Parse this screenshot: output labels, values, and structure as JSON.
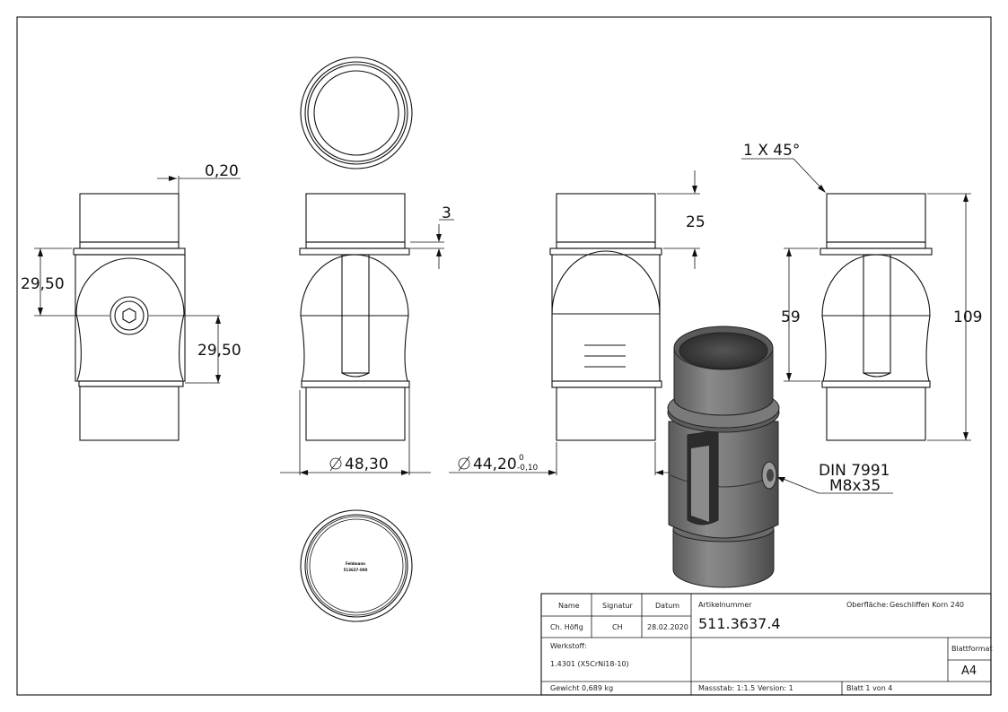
{
  "dimensions": {
    "tolerance_gap": "0,20",
    "height_top": "29,50",
    "height_bottom": "29,50",
    "flange_step": "3",
    "top_length": "25",
    "chamfer": "1 X 45°",
    "slot_length": "59",
    "overall_height": "109",
    "diameter_outer": "48,30",
    "diameter_inner": "44,20",
    "tol_upper": "0",
    "tol_lower": "-0,10",
    "screw_line1": "DIN 7991",
    "screw_line2": "M8x35"
  },
  "engraving": {
    "line1": "Feldmann",
    "line2": "513637-000"
  },
  "title_block": {
    "col_name": "Name",
    "col_signatur": "Signatur",
    "col_datum": "Datum",
    "name_value": "Ch. Höfig",
    "signatur_value": "CH",
    "datum_value": "28.02.2020",
    "artikel_label": "Artikelnummer",
    "artikel_number": "511.3637.4",
    "oberflaeche_label": "Oberfläche:",
    "oberflaeche_value": "Geschliffen Korn 240",
    "werkstoff_label": "Werkstoff:",
    "werkstoff_value": "1.4301 (X5CrNi18-10)",
    "blattformat_label": "Blattformat",
    "blattformat_value": "A4",
    "gewicht": "Gewicht 0,689 kg",
    "massstab": "Massstab: 1:1.5",
    "version": "Version: 1",
    "blatt": "Blatt 1 von 4"
  }
}
